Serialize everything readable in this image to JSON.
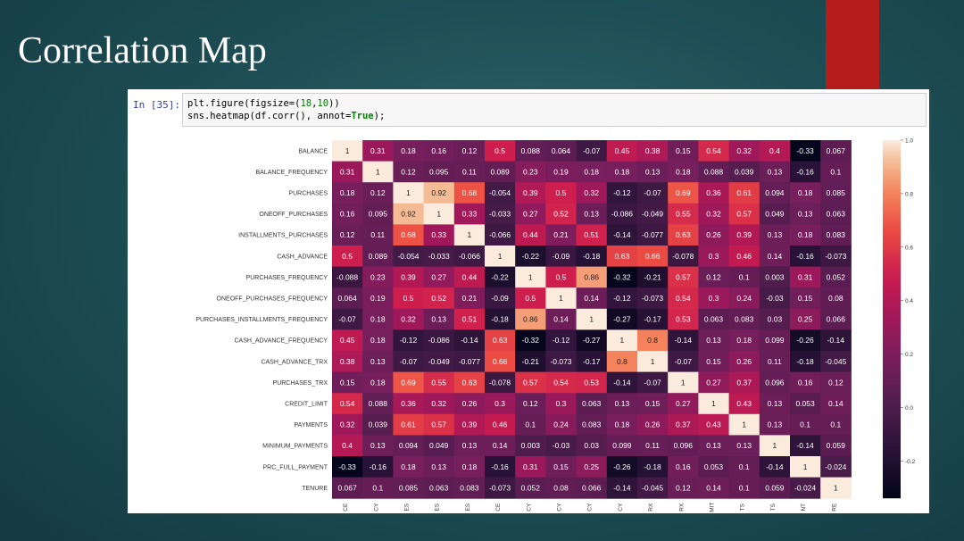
{
  "slide": {
    "title": "Correlation Map",
    "accent_color": "#b71c1c"
  },
  "notebook": {
    "prompt": "In [35]:",
    "code": {
      "line1_pre": "plt.figure(figsize=(",
      "line1_n1": "18",
      "line1_sep": ",",
      "line1_n2": "10",
      "line1_post": "))",
      "line2_pre": "sns.heatmap(df.corr(), annot=",
      "line2_kw": "True",
      "line2_post": ");"
    }
  },
  "chart_data": {
    "type": "heatmap",
    "row_labels": [
      "BALANCE",
      "BALANCE_FREQUENCY",
      "PURCHASES",
      "ONEOFF_PURCHASES",
      "INSTALLMENTS_PURCHASES",
      "CASH_ADVANCE",
      "PURCHASES_FREQUENCY",
      "ONEOFF_PURCHASES_FREQUENCY",
      "PURCHASES_INSTALLMENTS_FREQUENCY",
      "CASH_ADVANCE_FREQUENCY",
      "CASH_ADVANCE_TRX",
      "PURCHASES_TRX",
      "CREDIT_LIMIT",
      "PAYMENTS",
      "MINIMUM_PAYMENTS",
      "PRC_FULL_PAYMENT",
      "TENURE"
    ],
    "col_label_fragments": [
      "CE",
      "CY",
      "ES",
      "ES",
      "ES",
      "CE",
      "CY",
      "CY",
      "CY",
      "CY",
      "RX",
      "RX",
      "MIT",
      "TS",
      "TS",
      "NT",
      "RE"
    ],
    "values": [
      [
        "1",
        "0.31",
        "0.18",
        "0.16",
        "0.12",
        "0.5",
        "0.088",
        "0.064",
        "-0.07",
        "0.45",
        "0.38",
        "0.15",
        "0.54",
        "0.32",
        "0.4",
        "-0.33",
        "0.067"
      ],
      [
        "0.31",
        "1",
        "0.12",
        "0.095",
        "0.11",
        "0.089",
        "0.23",
        "0.19",
        "0.18",
        "0.18",
        "0.13",
        "0.18",
        "0.088",
        "0.039",
        "0.13",
        "-0.16",
        "0.1"
      ],
      [
        "0.18",
        "0.12",
        "1",
        "0.92",
        "0.68",
        "-0.054",
        "0.39",
        "0.5",
        "0.32",
        "-0.12",
        "-0.07",
        "0.69",
        "0.36",
        "0.61",
        "0.094",
        "0.18",
        "0.085"
      ],
      [
        "0.16",
        "0.095",
        "0.92",
        "1",
        "0.33",
        "-0.033",
        "0.27",
        "0.52",
        "0.13",
        "-0.086",
        "-0.049",
        "0.55",
        "0.32",
        "0.57",
        "0.049",
        "0.13",
        "0.063"
      ],
      [
        "0.12",
        "0.11",
        "0.68",
        "0.33",
        "1",
        "-0.066",
        "0.44",
        "0.21",
        "0.51",
        "-0.14",
        "-0.077",
        "0.63",
        "0.26",
        "0.39",
        "0.13",
        "0.18",
        "0.083"
      ],
      [
        "0.5",
        "0.089",
        "-0.054",
        "-0.033",
        "-0.066",
        "1",
        "-0.22",
        "-0.09",
        "-0.18",
        "0.63",
        "0.66",
        "-0.078",
        "0.3",
        "0.46",
        "0.14",
        "-0.16",
        "-0.073"
      ],
      [
        "-0.088",
        "0.23",
        "0.39",
        "0.27",
        "0.44",
        "-0.22",
        "1",
        "0.5",
        "0.86",
        "-0.32",
        "-0.21",
        "0.57",
        "0.12",
        "0.1",
        "0.003",
        "0.31",
        "0.052"
      ],
      [
        "0.064",
        "0.19",
        "0.5",
        "0.52",
        "0.21",
        "-0.09",
        "0.5",
        "1",
        "0.14",
        "-0.12",
        "-0.073",
        "0.54",
        "0.3",
        "0.24",
        "-0.03",
        "0.15",
        "0.08"
      ],
      [
        "-0.07",
        "0.18",
        "0.32",
        "0.13",
        "0.51",
        "-0.18",
        "0.86",
        "0.14",
        "1",
        "-0.27",
        "-0.17",
        "0.53",
        "0.063",
        "0.083",
        "0.03",
        "0.25",
        "0.066"
      ],
      [
        "0.45",
        "0.18",
        "-0.12",
        "-0.086",
        "-0.14",
        "0.63",
        "-0.32",
        "-0.12",
        "-0.27",
        "1",
        "0.8",
        "-0.14",
        "0.13",
        "0.18",
        "0.099",
        "-0.26",
        "-0.14"
      ],
      [
        "0.38",
        "0.13",
        "-0.07",
        "-0.049",
        "-0.077",
        "0.66",
        "-0.21",
        "-0.073",
        "-0.17",
        "0.8",
        "1",
        "-0.07",
        "0.15",
        "0.26",
        "0.11",
        "-0.18",
        "-0.045"
      ],
      [
        "0.15",
        "0.18",
        "0.69",
        "0.55",
        "0.63",
        "-0.078",
        "0.57",
        "0.54",
        "0.53",
        "-0.14",
        "-0.07",
        "1",
        "0.27",
        "0.37",
        "0.096",
        "0.16",
        "0.12"
      ],
      [
        "0.54",
        "0.088",
        "0.36",
        "0.32",
        "0.26",
        "0.3",
        "0.12",
        "0.3",
        "0.063",
        "0.13",
        "0.15",
        "0.27",
        "1",
        "0.43",
        "0.13",
        "0.053",
        "0.14"
      ],
      [
        "0.32",
        "0.039",
        "0.61",
        "0.57",
        "0.39",
        "0.46",
        "0.1",
        "0.24",
        "0.083",
        "0.18",
        "0.26",
        "0.37",
        "0.43",
        "1",
        "0.13",
        "0.1",
        "0.1"
      ],
      [
        "0.4",
        "0.13",
        "0.094",
        "0.049",
        "0.13",
        "0.14",
        "0.003",
        "-0.03",
        "0.03",
        "0.099",
        "0.11",
        "0.096",
        "0.13",
        "0.13",
        "1",
        "-0.14",
        "0.059"
      ],
      [
        "-0.33",
        "-0.16",
        "0.18",
        "0.13",
        "0.18",
        "-0.16",
        "0.31",
        "0.15",
        "0.25",
        "-0.26",
        "-0.18",
        "0.16",
        "0.053",
        "0.1",
        "-0.14",
        "1",
        "-0.024"
      ],
      [
        "0.067",
        "0.1",
        "0.085",
        "0.063",
        "0.083",
        "-0.073",
        "0.052",
        "0.08",
        "0.066",
        "-0.14",
        "-0.045",
        "0.12",
        "0.14",
        "0.1",
        "0.059",
        "-0.024",
        "1"
      ]
    ],
    "colorbar": {
      "min": -0.34,
      "max": 1.0,
      "ticks": [
        "1.0",
        "0.8",
        "0.6",
        "0.4",
        "0.2",
        "0.0",
        "-0.2"
      ]
    },
    "colormap": "rocket",
    "grid": false
  }
}
